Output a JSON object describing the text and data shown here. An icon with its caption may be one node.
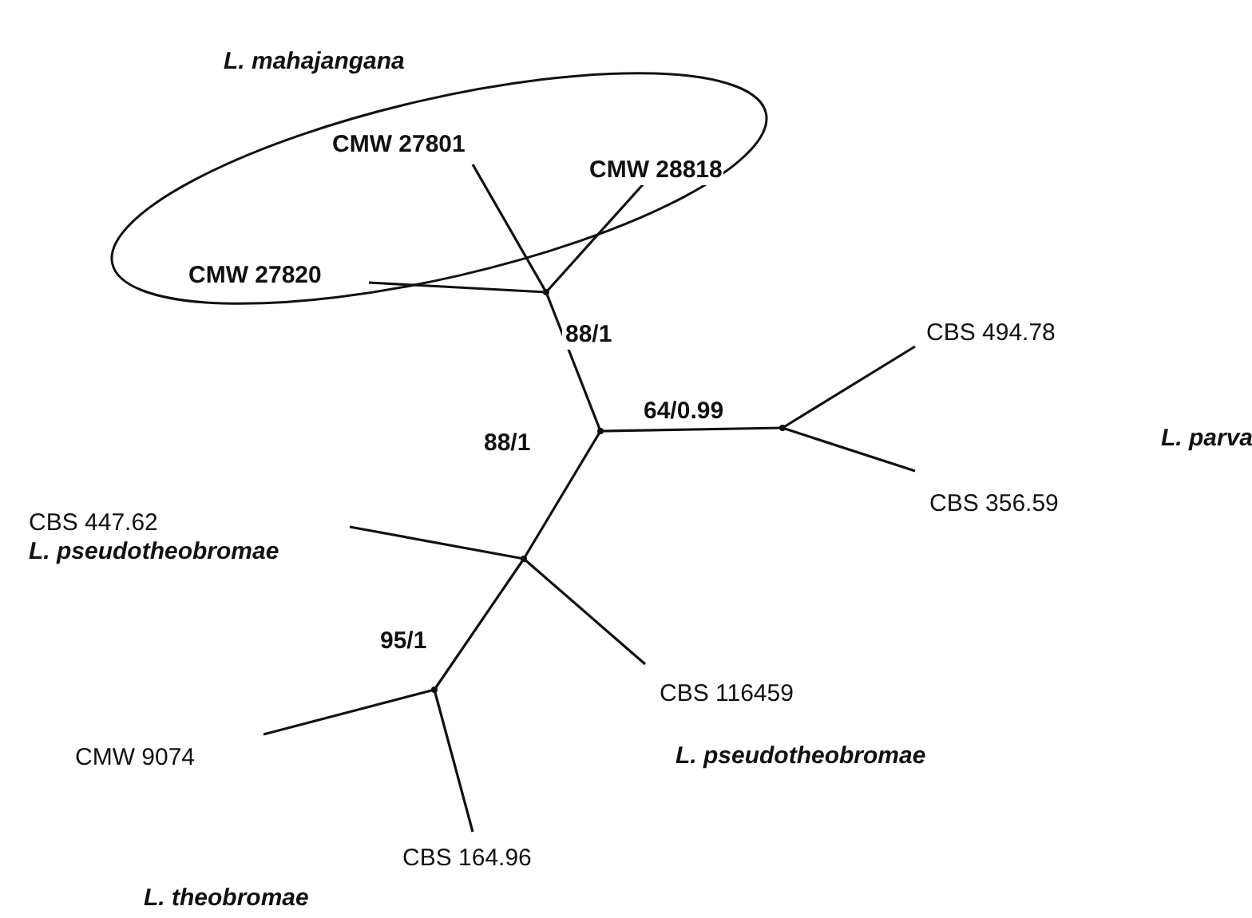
{
  "diagram": {
    "nodes": [
      {
        "text": [
          "L. mahajangana"
        ]
      },
      {
        "text": [
          "CMW 27801"
        ],
        "in": 0
      },
      {
        "text": [
          "CMW 28818"
        ],
        "in": 0
      },
      {
        "text": [
          "CMW 27820"
        ],
        "in": 0
      },
      {
        "text": [],
        "shape": "point"
      },
      {
        "text": [],
        "shape": "point"
      },
      {
        "text": [],
        "shape": "point"
      },
      {
        "text": [
          "CBS 494.78"
        ]
      },
      {
        "text": [
          "CBS 356.59"
        ]
      },
      {
        "text": [
          "CBS 447.62",
          "L. pseudotheobromae"
        ]
      },
      {
        "text": [],
        "shape": "point"
      },
      {
        "text": [
          "CBS 116459"
        ]
      },
      {
        "text": [],
        "shape": "point"
      },
      {
        "text": [
          "CMW 9074"
        ]
      },
      {
        "text": [
          "CBS 164.96"
        ]
      }
    ],
    "edges": [
      {
        "from": 4,
        "to": 1,
        "arrow": "none"
      },
      {
        "from": 4,
        "to": 2,
        "arrow": "none"
      },
      {
        "from": 4,
        "to": 3,
        "arrow": "none"
      },
      {
        "from": 5,
        "to": 4,
        "arrow": "none",
        "label": "88/1"
      },
      {
        "from": 5,
        "to": 6,
        "arrow": "none",
        "label": "64/0.99"
      },
      {
        "from": 6,
        "to": 7,
        "arrow": "none"
      },
      {
        "from": 6,
        "to": 8,
        "arrow": "none"
      },
      {
        "from": 5,
        "to": 10,
        "arrow": "none",
        "label": "88/1"
      },
      {
        "from": 10,
        "to": 9,
        "arrow": "none"
      },
      {
        "from": 10,
        "to": 11,
        "arrow": "none"
      },
      {
        "from": 10,
        "to": 12,
        "arrow": "none",
        "label": "95/1"
      },
      {
        "from": 12,
        "to": 13,
        "arrow": "none"
      },
      {
        "from": 12,
        "to": 14,
        "arrow": "none"
      }
    ],
    "labels": [
      "L. parva",
      "L. pseudotheobromae",
      "L. theobromae"
    ]
  }
}
